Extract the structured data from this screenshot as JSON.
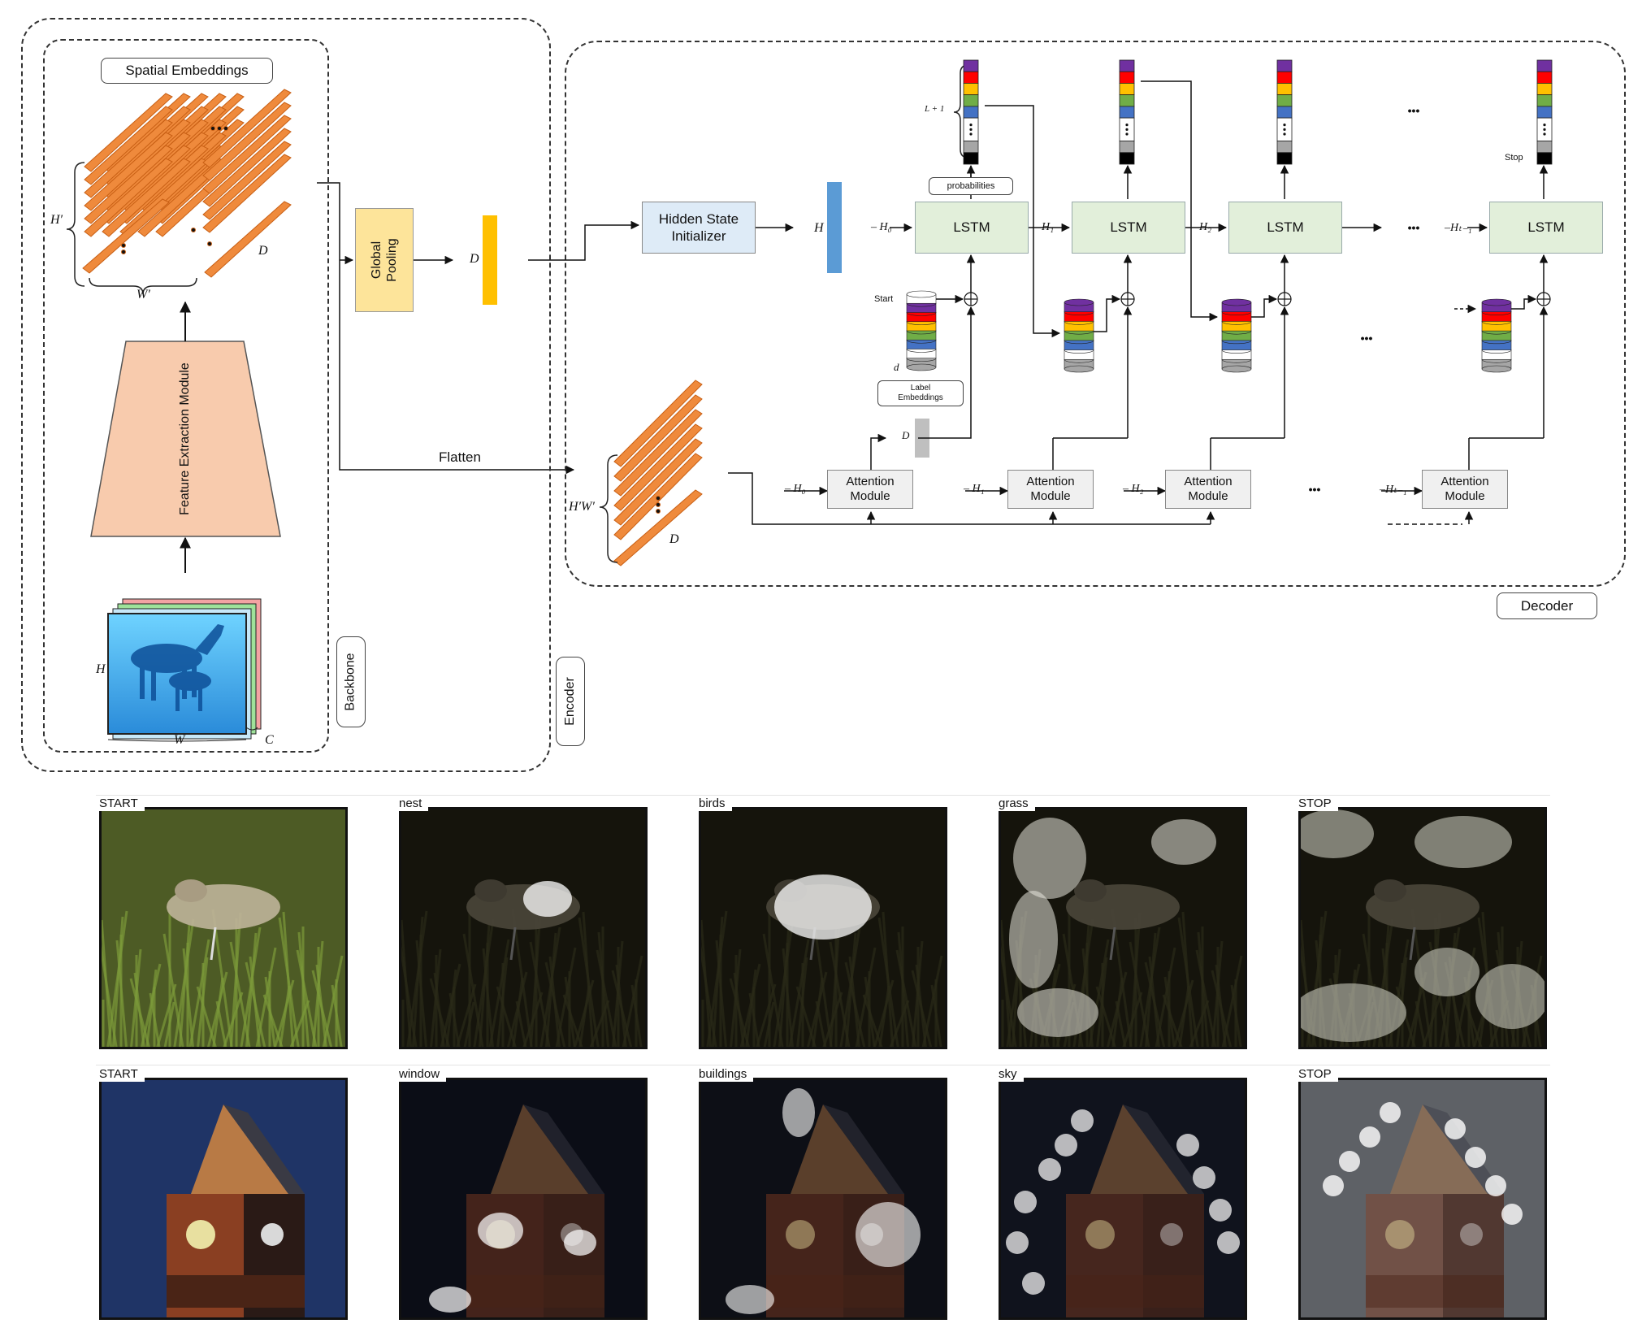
{
  "colors": {
    "embedding_orange": "#ef8a3c",
    "global_pooling_fill": "#fde49a",
    "d_vector": "#ffc000",
    "h_vector": "#5b9bd5",
    "hidden_state_fill": "#deebf7",
    "lstm_fill": "#e2efda",
    "attention_fill": "#f0f0f0",
    "feature_module_fill": "#f8cbad",
    "label_stack": [
      "#7030a0",
      "#ff0000",
      "#ffc000",
      "#70ad47",
      "#4472c4",
      "#ffffff",
      "#a6a6a6",
      "#000000"
    ]
  },
  "encoder": {
    "label": "Encoder",
    "backbone_label": "Backbone",
    "spatial_embeddings": "Spatial Embeddings",
    "feature_extraction": "Feature Extraction Module",
    "global_pooling": "Global Pooling",
    "flatten": "Flatten",
    "dims": {
      "h_prime": "H′",
      "w_prime": "W′",
      "d": "D",
      "h": "H",
      "w": "W",
      "c": "C",
      "hw": "H′W′",
      "d_flat": "D",
      "d_pool": "D"
    }
  },
  "decoder": {
    "label": "Decoder",
    "hidden_state_initializer": "Hidden State Initializer",
    "h_label": "H",
    "lstm": "LSTM",
    "probabilities": "probabilities",
    "l_plus_one": "L + 1",
    "start": "Start",
    "stop": "Stop",
    "label_embeddings": "Label Embeddings",
    "d_small": "d",
    "d_attn": "D",
    "attention": "Attention Module",
    "hidden_inputs": [
      "H₀",
      "H₁",
      "H₂",
      "Hₜ₋₁"
    ],
    "attention_inputs": [
      "H₀",
      "H₁",
      "H₂",
      "Hₜ₋₁"
    ],
    "ellipsis": "•••"
  },
  "rows": [
    {
      "scene": "bird",
      "steps": [
        "START",
        "nest",
        "birds",
        "grass",
        "STOP"
      ]
    },
    {
      "scene": "tower",
      "steps": [
        "START",
        "window",
        "buildings",
        "sky",
        "STOP"
      ]
    }
  ]
}
